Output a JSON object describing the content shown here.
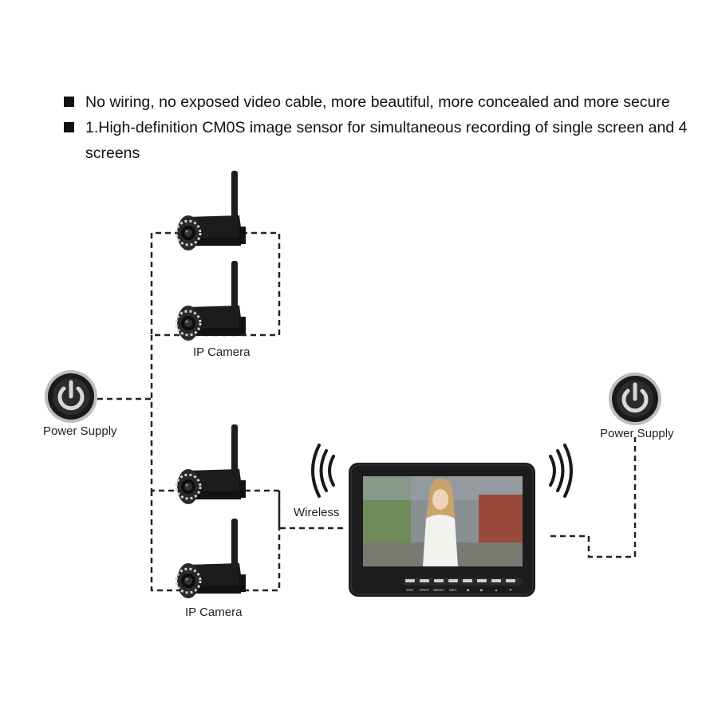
{
  "bullets": [
    "No wiring, no exposed video cable, more beautiful, more concealed and more secure",
    "1.High-definition CM0S image sensor for simultaneous recording of single screen and 4 screens"
  ],
  "labels": {
    "ip_camera_top": "IP Camera",
    "ip_camera_bottom": "IP Camera",
    "power_left": "Power Supply",
    "power_right": "Power Supply",
    "wireless": "Wireless"
  },
  "monitor_buttons": [
    "ESC",
    "SPLIT",
    "MENU",
    "REC",
    "◀",
    "▶",
    "▲",
    "▼"
  ],
  "colors": {
    "line": "#222222",
    "device": "#1c1c1c",
    "lens_ring": "#cfcfcf"
  },
  "icons": [
    "power-icon",
    "camera-icon",
    "wireless-signal-icon",
    "monitor-icon"
  ]
}
